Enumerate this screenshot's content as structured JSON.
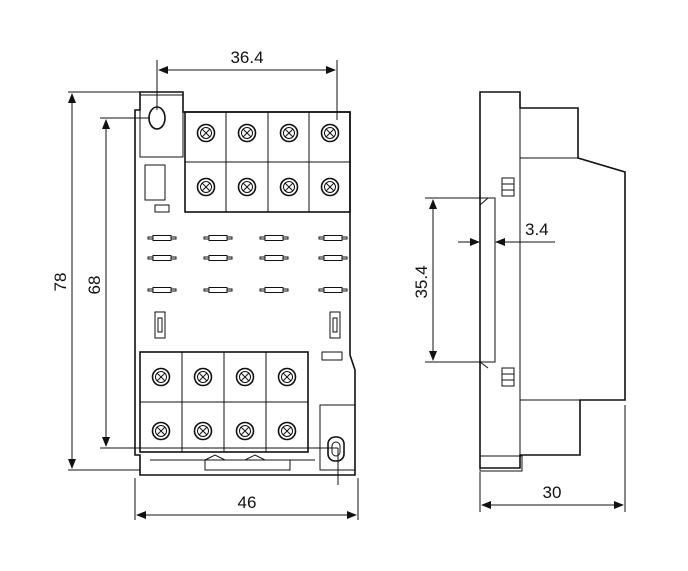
{
  "dimensions": {
    "top_width": "36.4",
    "overall_height": "78",
    "hole_spacing": "68",
    "base_width": "46",
    "rail_height": "35.4",
    "rail_depth": "3.4",
    "side_depth": "30"
  },
  "colors": {
    "line": "#111111",
    "background": "#ffffff"
  }
}
